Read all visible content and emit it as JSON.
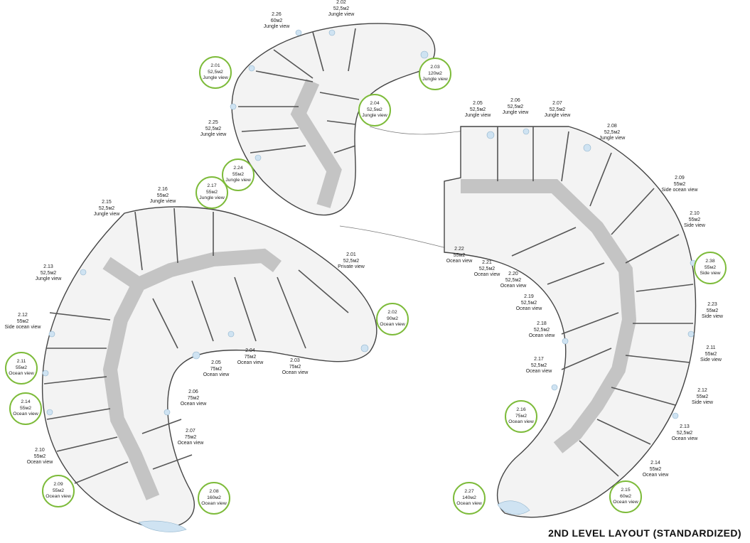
{
  "title": "2ND LEVEL LAYOUT (STANDARDIZED)",
  "colors": {
    "accent": "#7dbb3a",
    "corridor": "#c4c4c4",
    "walls": "#555555",
    "pool": "#cfe3f2",
    "floor": "#f3f3f3"
  },
  "units": [
    {
      "id": "2.02",
      "area": "52,5м2",
      "view": "Jungle view",
      "kind": "text"
    },
    {
      "id": "2.26",
      "area": "60м2",
      "view": "Jungle view",
      "kind": "text"
    },
    {
      "id": "2.01",
      "area": "52,5м2",
      "view": "Jungle view",
      "kind": "circle"
    },
    {
      "id": "2.03",
      "area": "120м2",
      "view": "Jungle view",
      "kind": "circle"
    },
    {
      "id": "2.04",
      "area": "52,5м2",
      "view": "Jungle view",
      "kind": "circle"
    },
    {
      "id": "2.25",
      "area": "52,5м2",
      "view": "Jungle view",
      "kind": "text"
    },
    {
      "id": "2.24",
      "area": "55м2",
      "view": "Jungle view",
      "kind": "circle"
    },
    {
      "id": "2.05",
      "area": "52,5м2",
      "view": "Jungle view",
      "kind": "text"
    },
    {
      "id": "2.06",
      "area": "52,5м2",
      "view": "Jungle view",
      "kind": "text"
    },
    {
      "id": "2.07",
      "area": "52,5м2",
      "view": "Jungle view",
      "kind": "text"
    },
    {
      "id": "2.08",
      "area": "52,5м2",
      "view": "Jungle view",
      "kind": "text"
    },
    {
      "id": "2.16",
      "area": "55м2",
      "view": "Jungle view",
      "kind": "text"
    },
    {
      "id": "2.17",
      "area": "55м2",
      "view": "Jungle view",
      "kind": "circle"
    },
    {
      "id": "2.15",
      "area": "52,5м2",
      "view": "Jungle view",
      "kind": "text"
    },
    {
      "id": "2.13",
      "area": "52,5м2",
      "view": "Jungle view",
      "kind": "text"
    },
    {
      "id": "2.12",
      "area": "55м2",
      "view": "Side ocean view",
      "kind": "text"
    },
    {
      "id": "2.11",
      "area": "55м2",
      "view": "Ocean view",
      "kind": "circle"
    },
    {
      "id": "2.14",
      "area": "55м2",
      "view": "Ocean view",
      "kind": "circle"
    },
    {
      "id": "2.10",
      "area": "55м2",
      "view": "Ocean view",
      "kind": "text"
    },
    {
      "id": "2.09",
      "area": "55м2",
      "view": "Ocean view",
      "kind": "circle"
    },
    {
      "id": "2.01",
      "area": "52,5м2",
      "view": "Private view",
      "kind": "text"
    },
    {
      "id": "2.02",
      "area": "90м2",
      "view": "Ocean view",
      "kind": "circle"
    },
    {
      "id": "2.03",
      "area": "75м2",
      "view": "Ocean view",
      "kind": "text"
    },
    {
      "id": "2.04",
      "area": "75м2",
      "view": "Ocean view",
      "kind": "text"
    },
    {
      "id": "2.05",
      "area": "75м2",
      "view": "Ocean view",
      "kind": "text"
    },
    {
      "id": "2.06",
      "area": "75м2",
      "view": "Ocean view",
      "kind": "text"
    },
    {
      "id": "2.07",
      "area": "75м2",
      "view": "Ocean view",
      "kind": "text"
    },
    {
      "id": "2.08",
      "area": "160м2",
      "view": "Ocean view",
      "kind": "circle"
    },
    {
      "id": "2.09",
      "area": "55м2",
      "view": "Side ocean view",
      "kind": "text"
    },
    {
      "id": "2.10",
      "area": "55м2",
      "view": "Side view",
      "kind": "text"
    },
    {
      "id": "2.38",
      "area": "55м2",
      "view": "Side view",
      "kind": "circle"
    },
    {
      "id": "2.23",
      "area": "55м2",
      "view": "Side view",
      "kind": "text"
    },
    {
      "id": "2.11",
      "area": "55м2",
      "view": "Side view",
      "kind": "text"
    },
    {
      "id": "2.12",
      "area": "55м2",
      "view": "Side view",
      "kind": "text"
    },
    {
      "id": "2.13",
      "area": "52,5м2",
      "view": "Ocean view",
      "kind": "text"
    },
    {
      "id": "2.14",
      "area": "55м2",
      "view": "Ocean view",
      "kind": "text"
    },
    {
      "id": "2.15",
      "area": "60м2",
      "view": "Ocean view",
      "kind": "circle"
    },
    {
      "id": "2.27",
      "area": "140м2",
      "view": "Ocean view",
      "kind": "circle"
    },
    {
      "id": "2.16",
      "area": "75м2",
      "view": "Ocean view",
      "kind": "circle"
    },
    {
      "id": "2.17",
      "area": "52,5м2",
      "view": "Ocean view",
      "kind": "text"
    },
    {
      "id": "2.18",
      "area": "52,5м2",
      "view": "Ocean view",
      "kind": "text"
    },
    {
      "id": "2.19",
      "area": "52,5м2",
      "view": "Ocean view",
      "kind": "text"
    },
    {
      "id": "2.20",
      "area": "52,5м2",
      "view": "Ocean view",
      "kind": "text"
    },
    {
      "id": "2.21",
      "area": "52,5м2",
      "view": "Ocean view",
      "kind": "text"
    },
    {
      "id": "2.22",
      "area": "55м2",
      "view": "Ocean view",
      "kind": "text"
    }
  ]
}
